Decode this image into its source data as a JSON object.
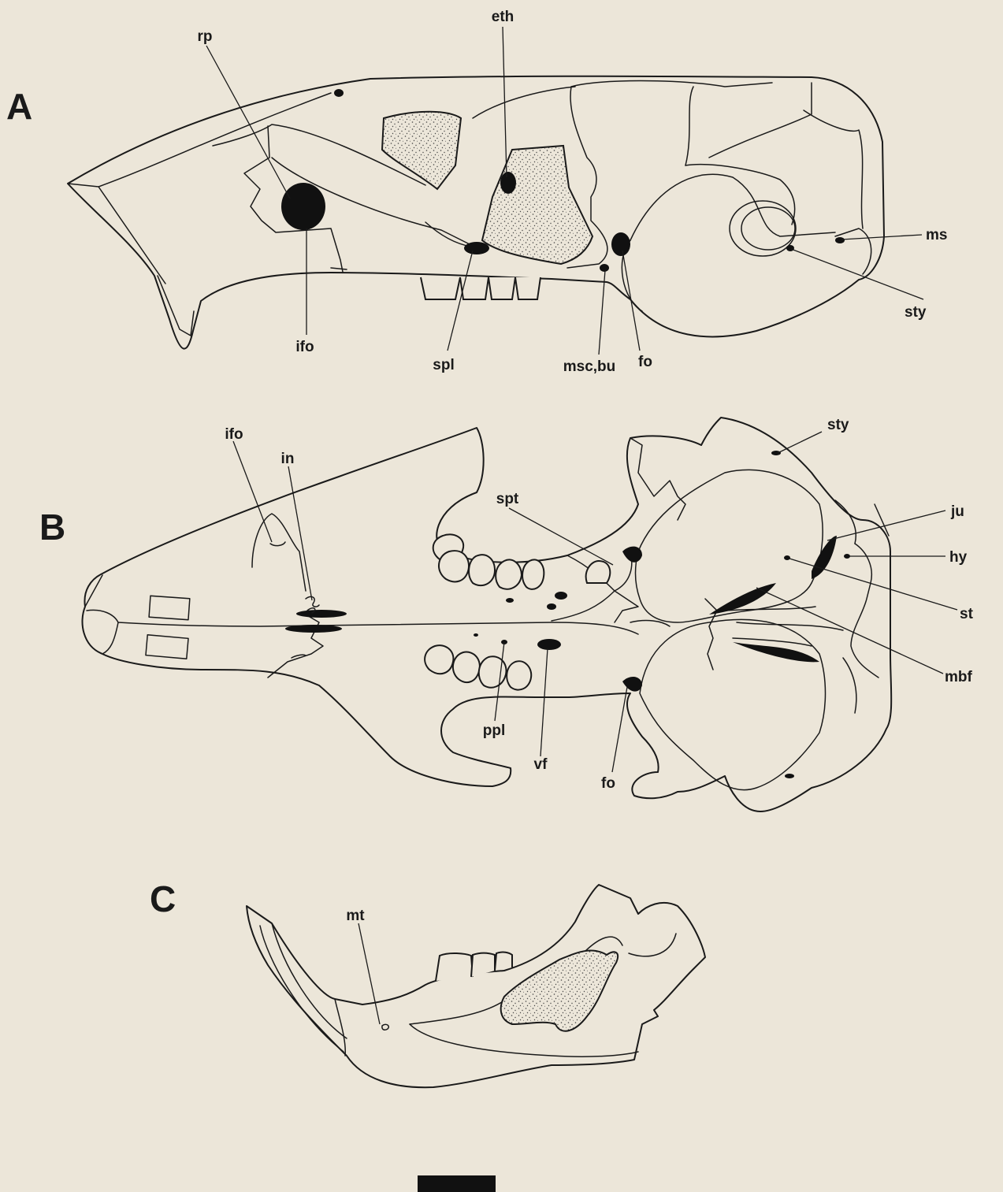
{
  "panels": {
    "a": {
      "letter": "A",
      "labels": {
        "rp": "rp",
        "eth": "eth",
        "ms": "ms",
        "sty": "sty",
        "ifo": "ifo",
        "spl": "spl",
        "msc_bu": "msc,bu",
        "fo": "fo"
      }
    },
    "b": {
      "letter": "B",
      "labels": {
        "ifo": "ifo",
        "in": "in",
        "spt": "spt",
        "sty": "sty",
        "ju": "ju",
        "hy": "hy",
        "st": "st",
        "mbf": "mbf",
        "ppl": "ppl",
        "vf": "vf",
        "fo": "fo"
      }
    },
    "c": {
      "letter": "C",
      "labels": {
        "mt": "mt"
      }
    }
  },
  "colors": {
    "background": "#ece6d9",
    "ink": "#1a1a1a"
  }
}
